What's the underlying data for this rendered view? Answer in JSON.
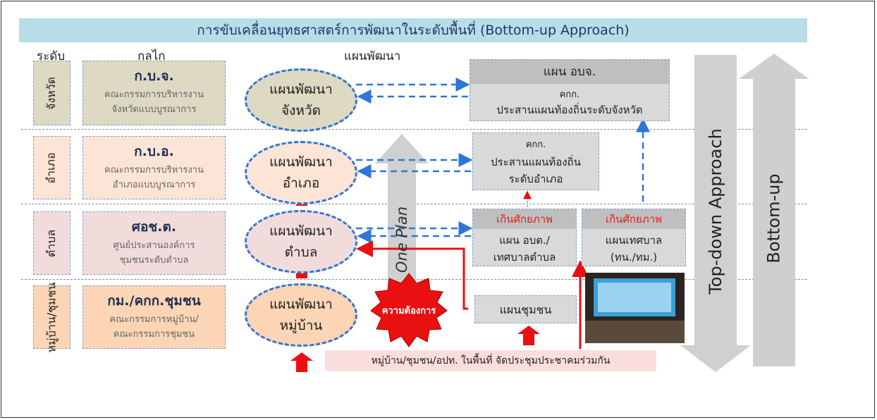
{
  "title": "การขับเคลื่อนยุทธศาสตร์การพัฒนาในระดับพื้นที่ (Bottom-up Approach)",
  "headers": {
    "level": "ระดับ",
    "mechanism": "กลไก",
    "plan": "แผนพัฒนา"
  },
  "levels": [
    {
      "label": "จังหวัด",
      "color": "#ddd9c3"
    },
    {
      "label": "อำเภอ",
      "color": "#fce4d6"
    },
    {
      "label": "ตำบล",
      "color": "#f2dcdb"
    },
    {
      "label": "หมู่บ้าน/ชุมชน",
      "color": "#fbd5b5"
    }
  ],
  "mechanisms": [
    {
      "title": "ก.บ.จ.",
      "sub1": "คณะกรรมการบริหารงาน",
      "sub2": "จังหวัดแบบบูรณาการ",
      "color": "#ddd9c3"
    },
    {
      "title": "ก.บ.อ.",
      "sub1": "คณะกรรมการบริหารงาน",
      "sub2": "อำเภอแบบบูรณาการ",
      "color": "#fce4d6"
    },
    {
      "title": "ศอช.ต.",
      "sub1": "ศูนย์ประสานองค์การ",
      "sub2": "ชุมชนระดับตำบล",
      "color": "#f2dcdb"
    },
    {
      "title": "กม./คกก.ชุมชน",
      "sub1": "คณะกรรมการหมู่บ้าน/",
      "sub2": "คณะกรรมการชุมชน",
      "color": "#fbd5b5"
    }
  ],
  "plans": [
    {
      "line1": "แผนพัฒนา",
      "line2": "จังหวัด",
      "color": "#ddd9c3"
    },
    {
      "line1": "แผนพัฒนา",
      "line2": "อำเภอ",
      "color": "#fce4d6"
    },
    {
      "line1": "แผนพัฒนา",
      "line2": "ตำบล",
      "color": "#f2dcdb"
    },
    {
      "line1": "แผนพัฒนา",
      "line2": "หมู่บ้าน",
      "color": "#fbd5b5"
    }
  ],
  "one_plan": "One Plan",
  "need": "ความต้องการ",
  "right": {
    "pao_head": "แผน อบจ.",
    "pao_l1": "คกก.",
    "pao_l2": "ประสานแผนท้องถิ่นระดับจังหวัด",
    "amphoe_l1": "คกก.",
    "amphoe_l2": "ประสานแผนท้องถิ่น",
    "amphoe_l3": "ระดับอำเภอ",
    "tambon_head": "เกินศักยภาพ",
    "tambon_l1": "แผน อบต./",
    "tambon_l2": "เทศบาลตำบล",
    "muni_head": "เกินศักยภาพ",
    "muni_l1": "แผนเทศบาล",
    "muni_l2": "(ทน./ทม.)",
    "community": "แผนชุมชน"
  },
  "bottom_note": "หมู่บ้าน/ชุมชน/อปท. ในพื้นที่ จัดประชุมประชาคมร่วมกัน",
  "top_down": "Top-down Approach",
  "bottom_up": "Bottom-up",
  "colors": {
    "title_bg": "#b7dde8",
    "dashed_blue": "#2f75d6",
    "red": "#e81010",
    "grey_arrow": "#d0d0d0"
  }
}
